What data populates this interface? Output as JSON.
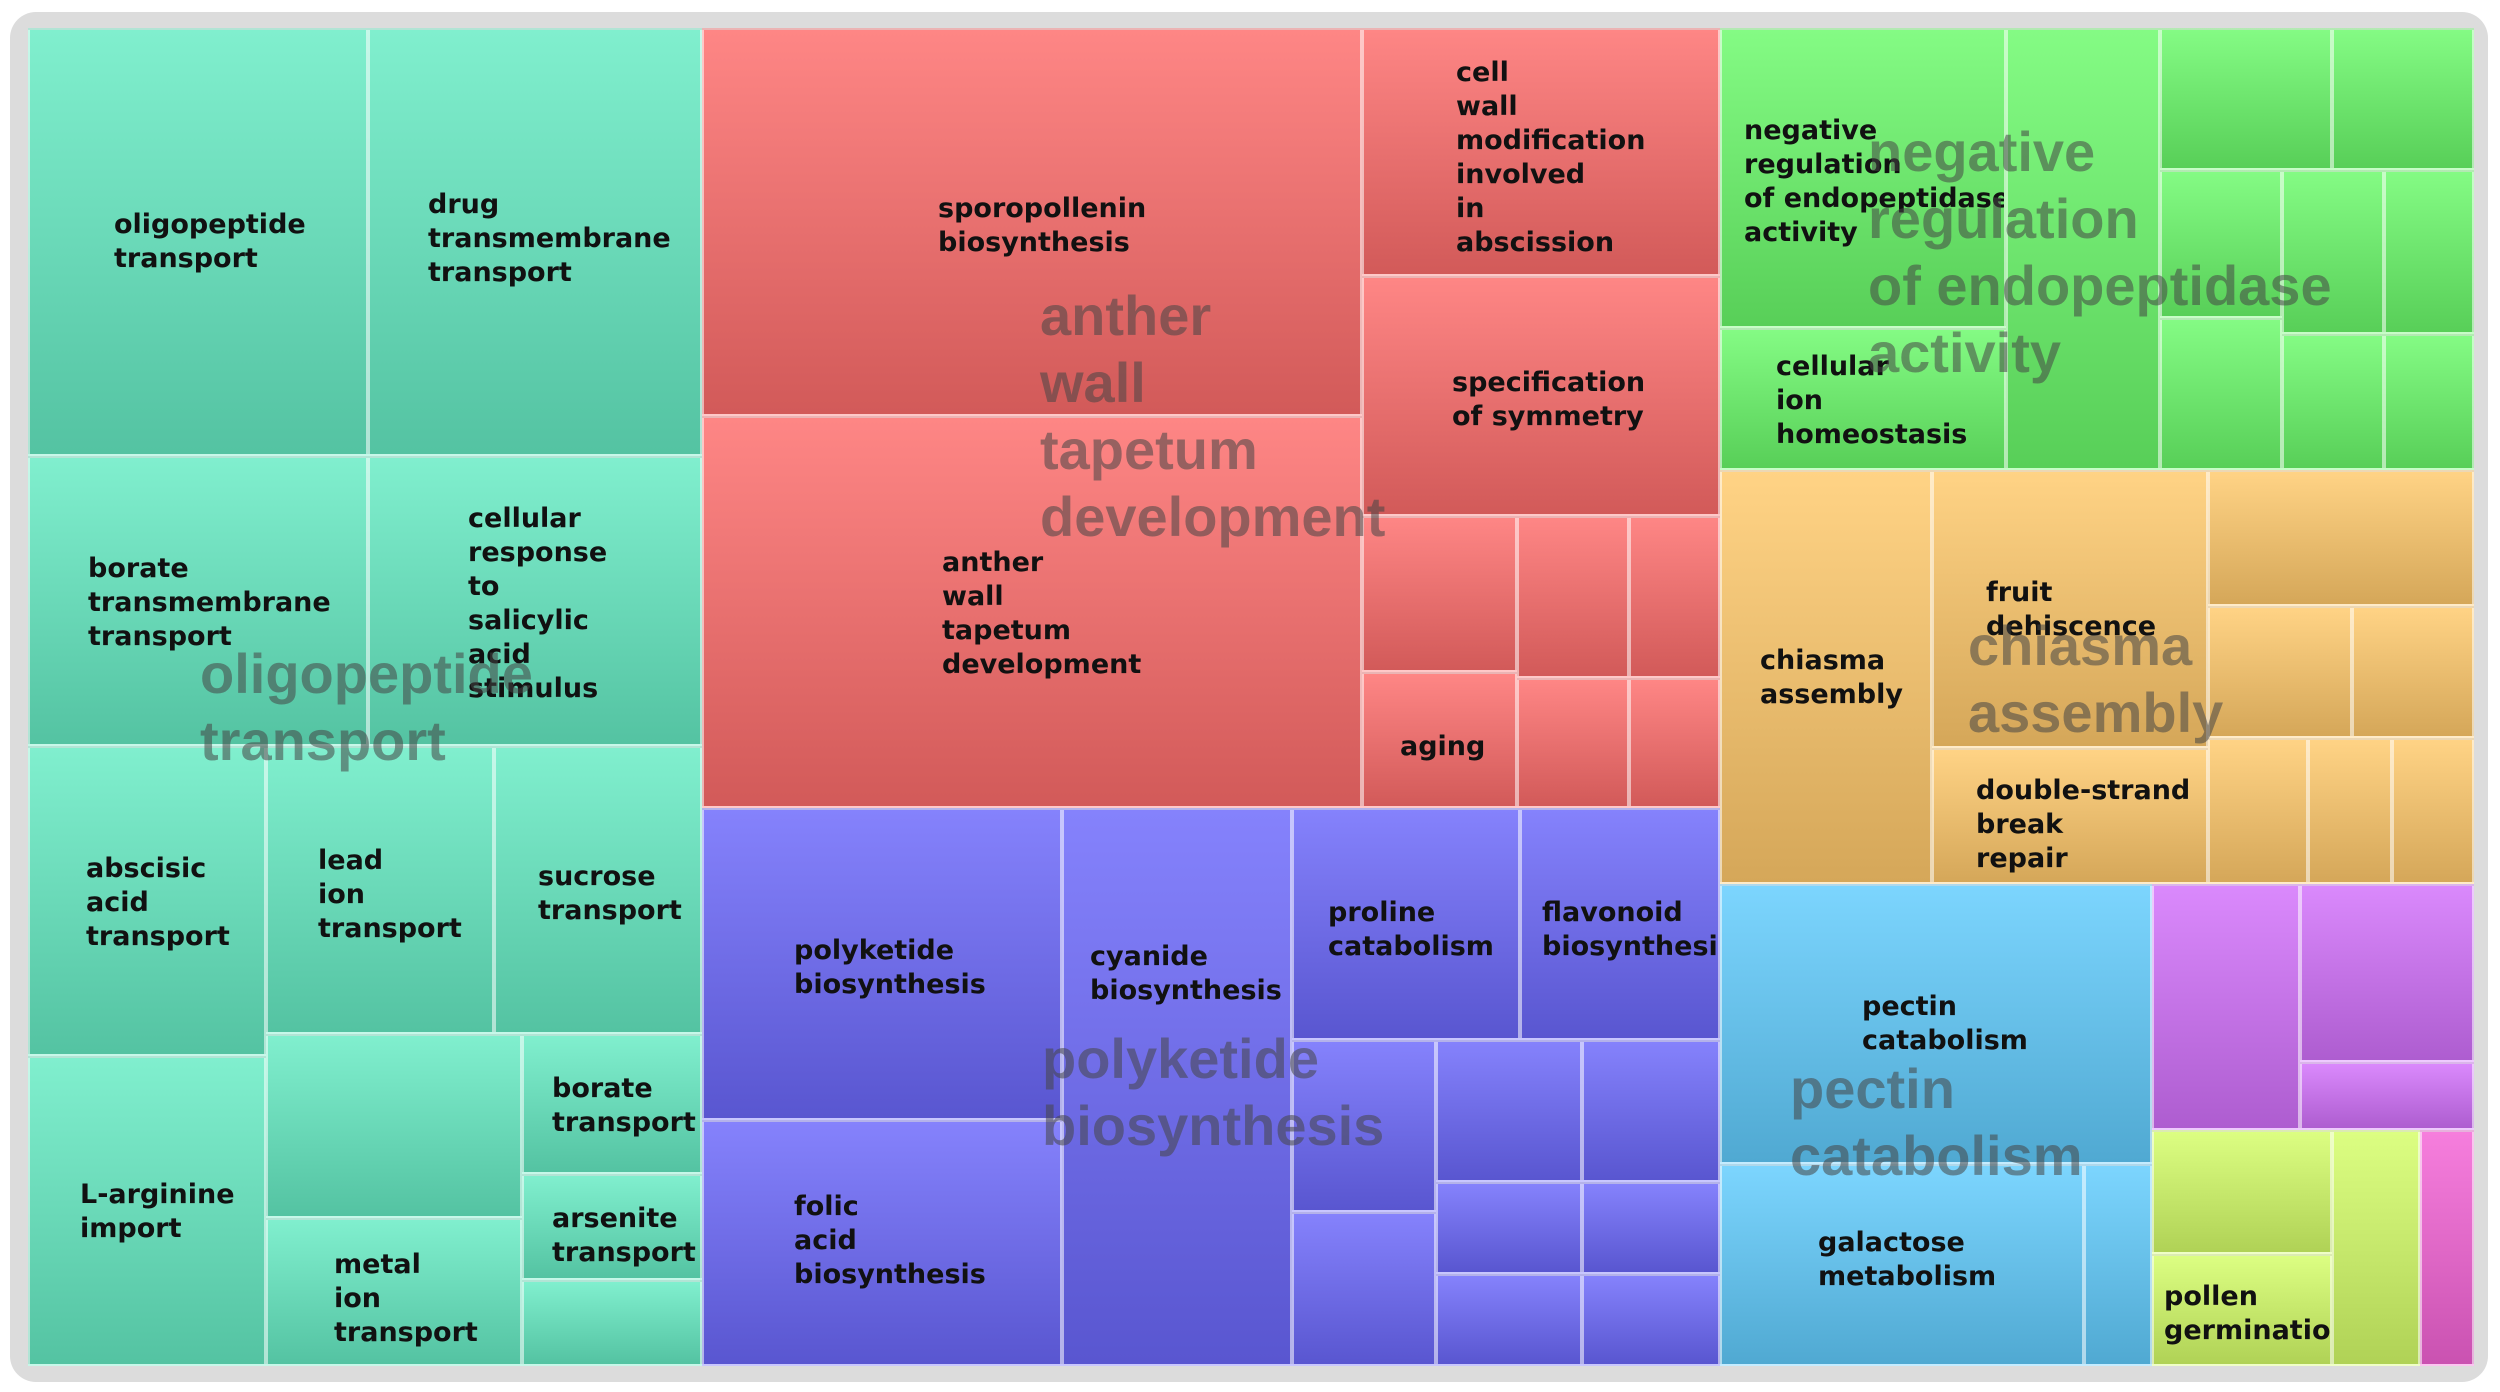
{
  "chart_data": {
    "type": "treemap",
    "groups": [
      {
        "name": "oligopeptide\ntransport",
        "color": "#6ad9b8",
        "items": [
          {
            "label": "oligopeptide\ntransport"
          },
          {
            "label": "drug\ntransmembrane\ntransport"
          },
          {
            "label": "borate\ntransmembrane\ntransport"
          },
          {
            "label": "cellular\nresponse\nto\nsalicylic\nacid\nstimulus"
          },
          {
            "label": "abscisic\nacid\ntransport"
          },
          {
            "label": "lead\nion\ntransport"
          },
          {
            "label": "sucrose\ntransport"
          },
          {
            "label": "L-arginine\nimport"
          },
          {
            "label": ""
          },
          {
            "label": "borate\ntransport"
          },
          {
            "label": "metal\nion\ntransport"
          },
          {
            "label": "arsenite\ntransport"
          },
          {
            "label": ""
          }
        ]
      },
      {
        "name": "anther\nwall\ntapetum\ndevelopment",
        "color": "#e8706f",
        "items": [
          {
            "label": "sporopollenin\nbiosynthesis"
          },
          {
            "label": "cell\nwall\nmodification\ninvolved\nin\nabscission"
          },
          {
            "label": "specification\nof symmetry"
          },
          {
            "label": "anther\nwall\ntapetum\ndevelopment"
          },
          {
            "label": ""
          },
          {
            "label": ""
          },
          {
            "label": ""
          },
          {
            "label": "aging"
          },
          {
            "label": ""
          },
          {
            "label": ""
          }
        ]
      },
      {
        "name": "polyketide\nbiosynthesis",
        "color": "#6f6ce6",
        "items": [
          {
            "label": "polyketide\nbiosynthesis"
          },
          {
            "label": "cyanide\nbiosynthesis"
          },
          {
            "label": "proline\ncatabolism"
          },
          {
            "label": "flavonoid\nbiosynthesis"
          },
          {
            "label": "folic\nacid\nbiosynthesis"
          },
          {
            "label": ""
          },
          {
            "label": ""
          },
          {
            "label": ""
          },
          {
            "label": ""
          },
          {
            "label": ""
          },
          {
            "label": ""
          },
          {
            "label": ""
          },
          {
            "label": ""
          }
        ]
      },
      {
        "name": "negative\nregulation\nof endopeptidase\nactivity",
        "color": "#6ee56e",
        "items": [
          {
            "label": "negative\nregulation\nof endopeptidase\nactivity"
          },
          {
            "label": "cellular\nion\nhomeostasis"
          },
          {
            "label": ""
          },
          {
            "label": ""
          },
          {
            "label": ""
          },
          {
            "label": ""
          },
          {
            "label": ""
          },
          {
            "label": ""
          },
          {
            "label": ""
          },
          {
            "label": ""
          },
          {
            "label": ""
          }
        ]
      },
      {
        "name": "chiasma\nassembly",
        "color": "#ebbd6f",
        "items": [
          {
            "label": "chiasma\nassembly"
          },
          {
            "label": "fruit\ndehiscence"
          },
          {
            "label": "double-strand\nbreak\nrepair"
          },
          {
            "label": ""
          },
          {
            "label": ""
          },
          {
            "label": ""
          },
          {
            "label": ""
          },
          {
            "label": ""
          },
          {
            "label": ""
          }
        ]
      },
      {
        "name": "pectin\ncatabolism",
        "color": "#66bfe8",
        "items": [
          {
            "label": "pectin\ncatabolism"
          },
          {
            "label": "galactose\nmetabolism"
          },
          {
            "label": ""
          }
        ]
      },
      {
        "name": "",
        "color": "#c473e6",
        "items": [
          {
            "label": ""
          },
          {
            "label": ""
          },
          {
            "label": ""
          }
        ]
      },
      {
        "name": "",
        "color": "#c6e86c",
        "items": [
          {
            "label": ""
          },
          {
            "label": "pollen\ngermination"
          },
          {
            "label": ""
          }
        ]
      },
      {
        "name": "",
        "color": "#e068c7",
        "items": [
          {
            "label": ""
          }
        ]
      }
    ]
  }
}
